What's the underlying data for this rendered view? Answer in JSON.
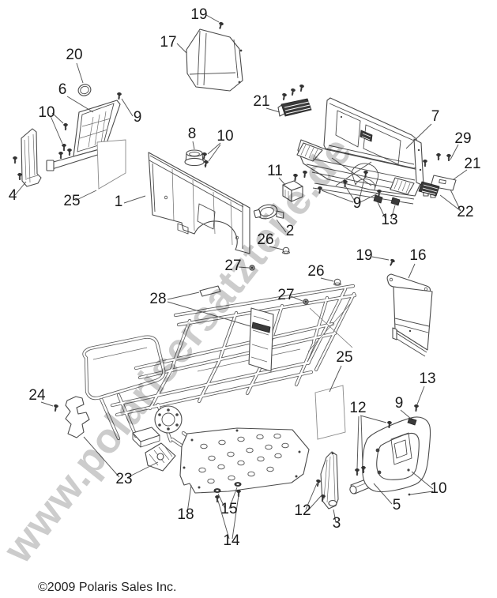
{
  "watermark": {
    "text": "www.polarisersatzteile.de",
    "color": "#c7c7c7"
  },
  "footer": {
    "copyright": "©2009 Polaris Sales Inc."
  },
  "diagram": {
    "description": "Exploded parts diagram - cab body panels, frame and floor components",
    "callouts": [
      {
        "label": "19"
      },
      {
        "label": "17"
      },
      {
        "label": "20"
      },
      {
        "label": "6"
      },
      {
        "label": "10"
      },
      {
        "label": "9"
      },
      {
        "label": "8"
      },
      {
        "label": "10"
      },
      {
        "label": "21"
      },
      {
        "label": "7"
      },
      {
        "label": "29"
      },
      {
        "label": "21"
      },
      {
        "label": "22"
      },
      {
        "label": "11"
      },
      {
        "label": "9"
      },
      {
        "label": "13"
      },
      {
        "label": "2"
      },
      {
        "label": "26"
      },
      {
        "label": "27"
      },
      {
        "label": "26"
      },
      {
        "label": "27"
      },
      {
        "label": "28"
      },
      {
        "label": "19"
      },
      {
        "label": "16"
      },
      {
        "label": "4"
      },
      {
        "label": "25"
      },
      {
        "label": "1"
      },
      {
        "label": "25"
      },
      {
        "label": "24"
      },
      {
        "label": "23"
      },
      {
        "label": "18"
      },
      {
        "label": "15"
      },
      {
        "label": "14"
      },
      {
        "label": "12"
      },
      {
        "label": "9"
      },
      {
        "label": "13"
      },
      {
        "label": "12"
      },
      {
        "label": "3"
      },
      {
        "label": "5"
      },
      {
        "label": "10"
      }
    ]
  }
}
